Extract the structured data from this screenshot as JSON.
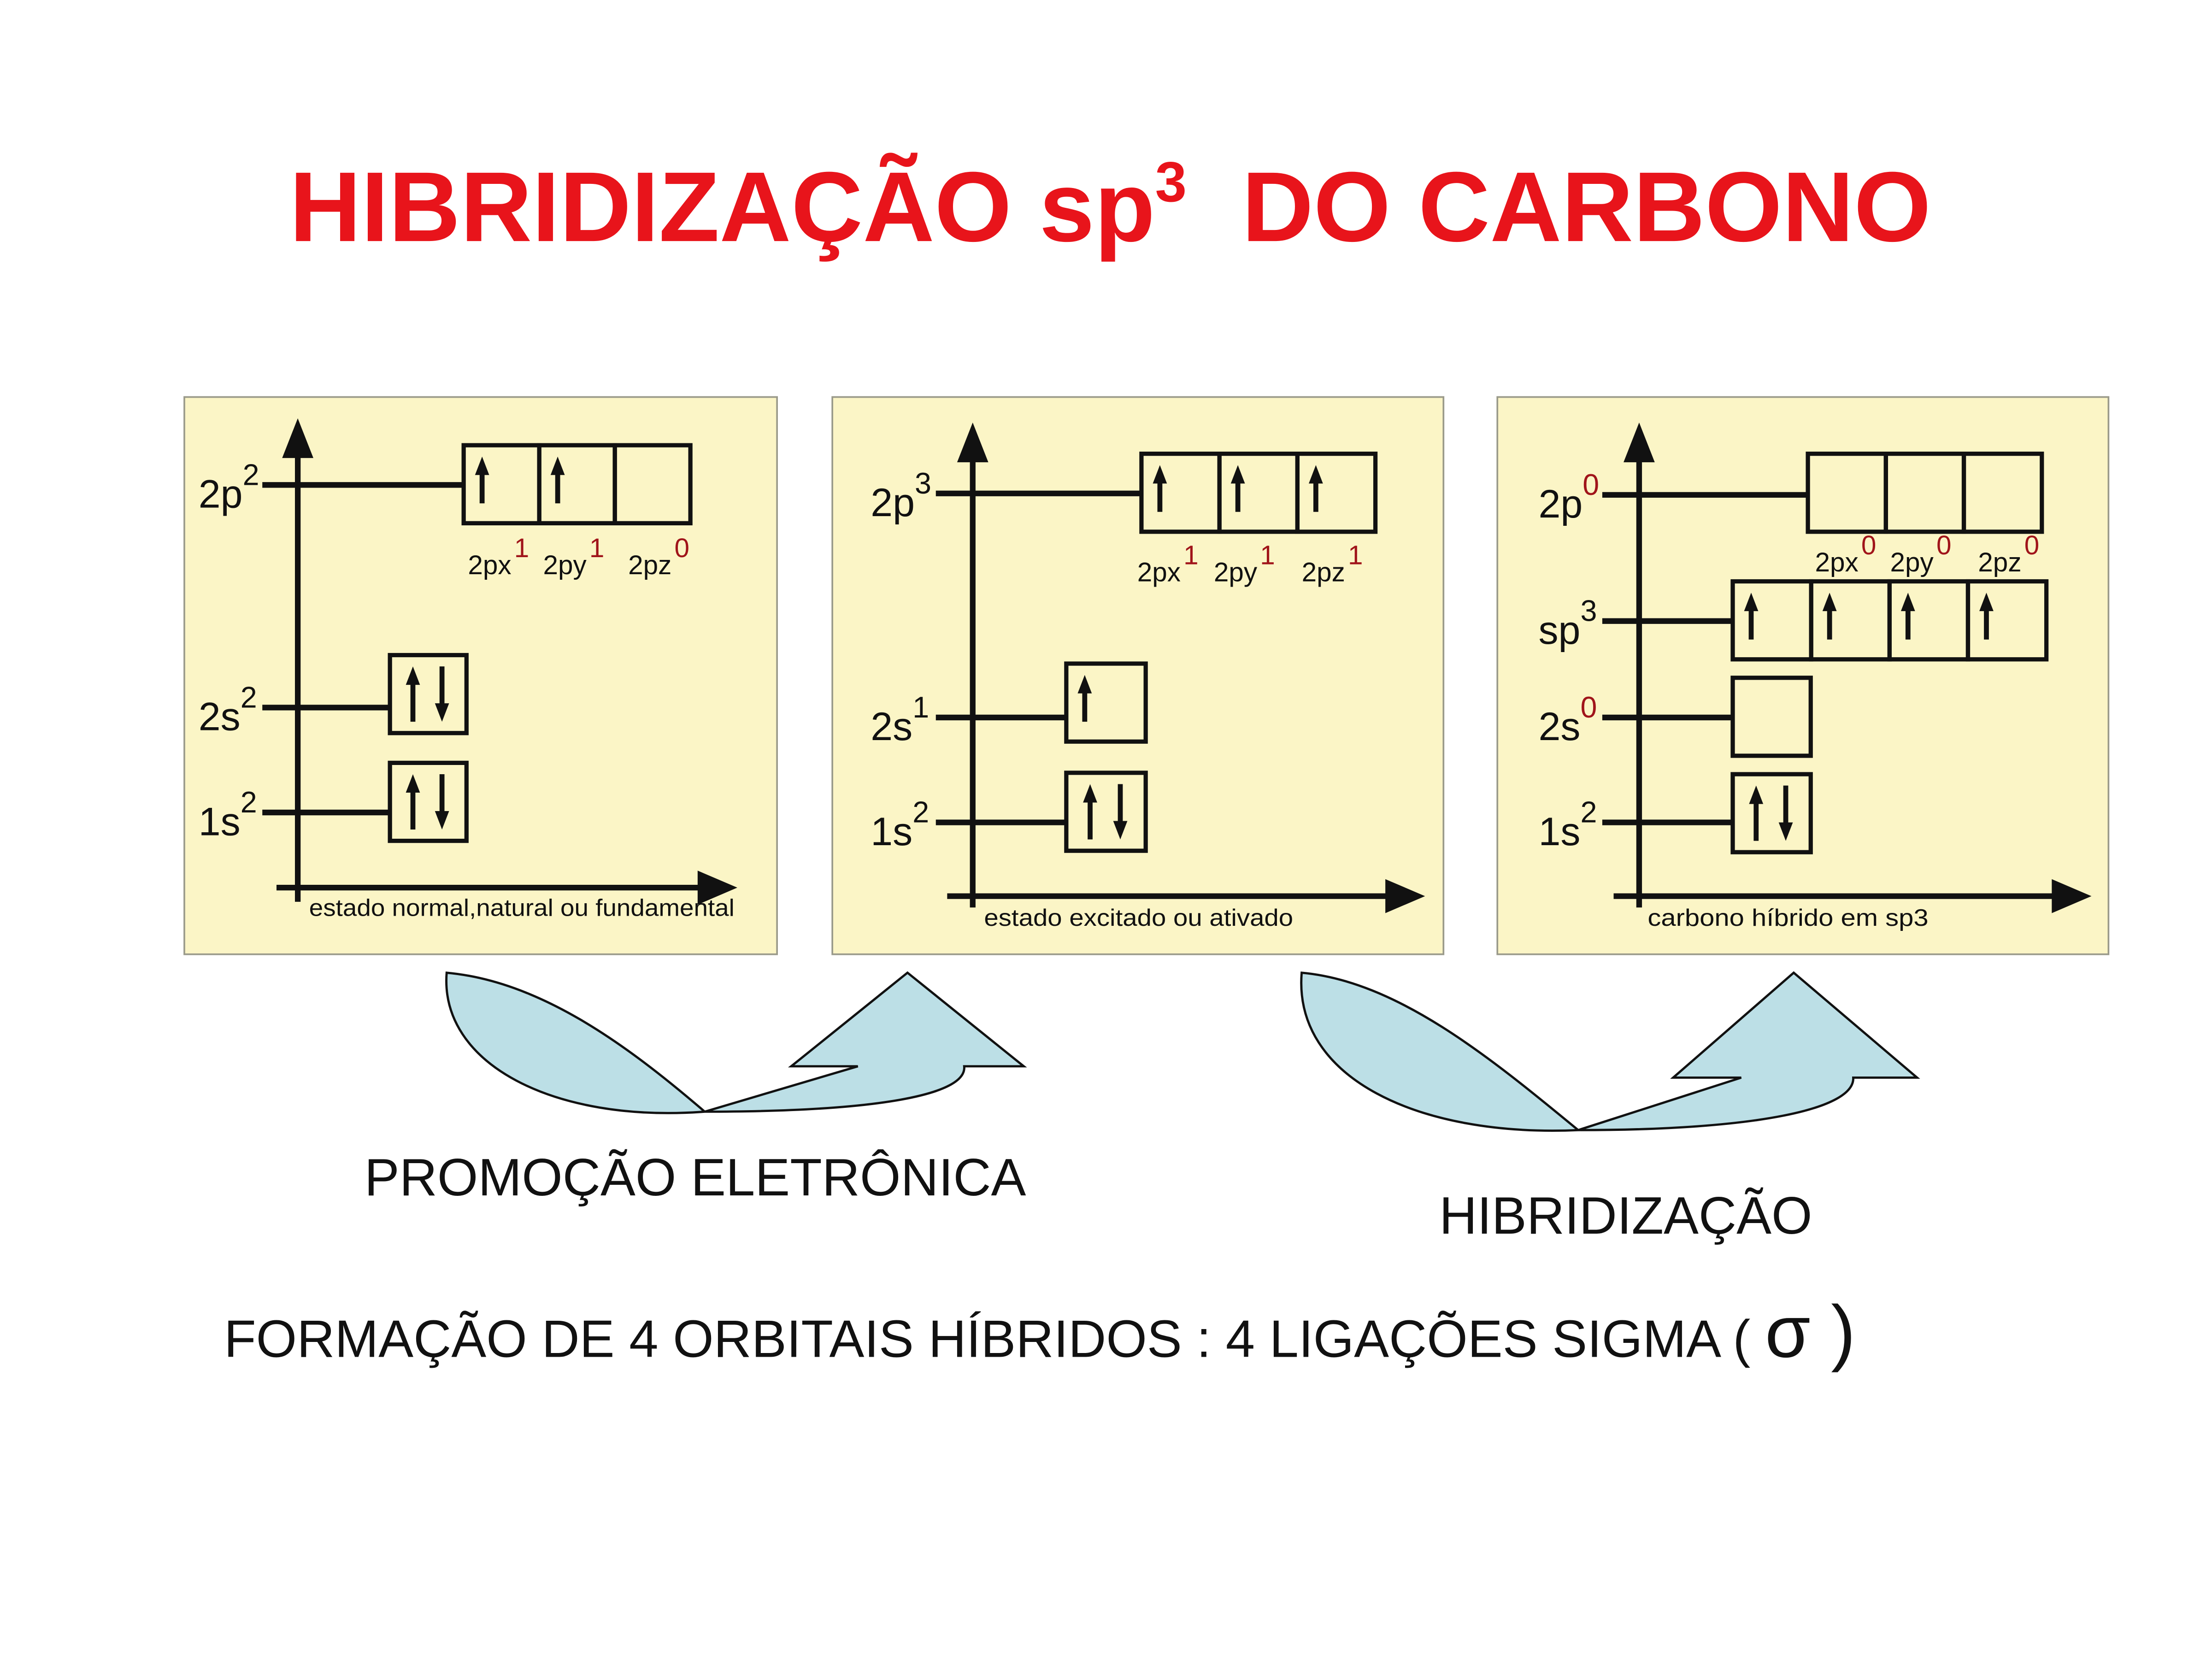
{
  "title": {
    "main": "HIBRIDIZAÇÃO sp",
    "sup": "3",
    "rest": "DO CARBONO",
    "color": "#e8141b"
  },
  "colors": {
    "panel_fill": "#fbf5c6",
    "panel_border": "#9a9a8a",
    "arrow_fill": "#bcdfe6",
    "superscript_red": "#a0141a",
    "ink": "#111111"
  },
  "panels": [
    {
      "caption": "estado normal,natural ou fundamental",
      "levels": [
        {
          "label": "2p",
          "sup": "2",
          "sup_red": false,
          "boxes": [
            "up",
            "up",
            ""
          ]
        },
        {
          "label": "2s",
          "sup": "2",
          "sup_red": false,
          "boxes": [
            "updown"
          ]
        },
        {
          "label": "1s",
          "sup": "2",
          "sup_red": false,
          "boxes": [
            "updown"
          ]
        }
      ],
      "sublabels": [
        {
          "label": "2px",
          "sup": "1"
        },
        {
          "label": "2py",
          "sup": "1"
        },
        {
          "label": "2pz",
          "sup": "0"
        }
      ]
    },
    {
      "caption": "estado excitado ou ativado",
      "levels": [
        {
          "label": "2p",
          "sup": "3",
          "sup_red": false,
          "boxes": [
            "up",
            "up",
            "up"
          ]
        },
        {
          "label": "2s",
          "sup": "1",
          "sup_red": false,
          "boxes": [
            "up"
          ]
        },
        {
          "label": "1s",
          "sup": "2",
          "sup_red": false,
          "boxes": [
            "updown"
          ]
        }
      ],
      "sublabels": [
        {
          "label": "2px",
          "sup": "1"
        },
        {
          "label": "2py",
          "sup": "1"
        },
        {
          "label": "2pz",
          "sup": "1"
        }
      ]
    },
    {
      "caption": "carbono híbrido em  sp3",
      "levels": [
        {
          "label": "2p",
          "sup": "0",
          "sup_red": true,
          "boxes": [
            "",
            "",
            ""
          ]
        },
        {
          "label": "sp",
          "sup": "3",
          "sup_red": false,
          "boxes": [
            "up",
            "up",
            "up",
            "up"
          ]
        },
        {
          "label": "2s",
          "sup": "0",
          "sup_red": true,
          "boxes": [
            ""
          ]
        },
        {
          "label": "1s",
          "sup": "2",
          "sup_red": false,
          "boxes": [
            "updown"
          ]
        }
      ],
      "sublabels": [
        {
          "label": "2px",
          "sup": "0"
        },
        {
          "label": "2py",
          "sup": "0"
        },
        {
          "label": "2pz",
          "sup": "0"
        }
      ]
    }
  ],
  "steps": [
    {
      "label": "PROMOÇÃO ELETRÔNICA",
      "icon": "curved-arrow-icon"
    },
    {
      "label": "HIBRIDIZAÇÃO",
      "icon": "curved-arrow-icon"
    }
  ],
  "conclusion": {
    "text": "FORMAÇÃO DE 4 ORBITAIS HÍBRIDOS : 4 LIGAÇÕES SIGMA ( ",
    "symbol": "σ",
    "close": " )"
  }
}
